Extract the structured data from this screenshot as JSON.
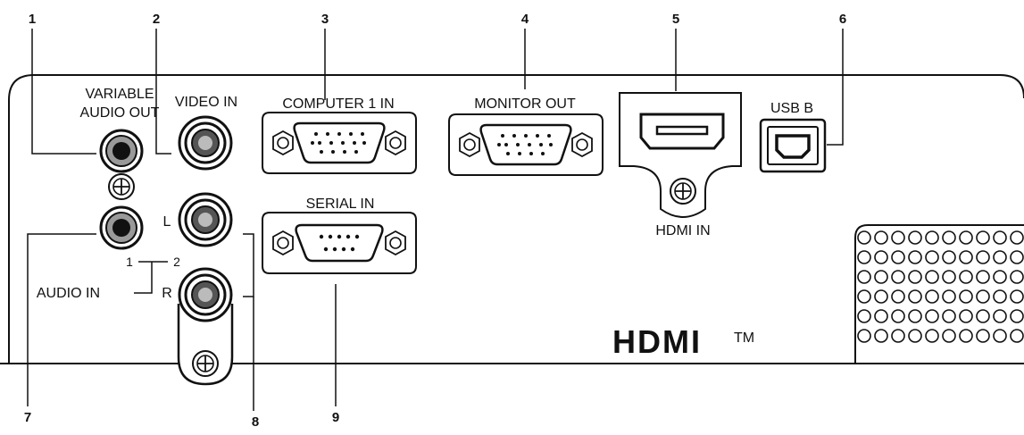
{
  "callouts": {
    "n1": "1",
    "n2": "2",
    "n3": "3",
    "n4": "4",
    "n5": "5",
    "n6": "6",
    "n7": "7",
    "n8": "8",
    "n9": "9"
  },
  "labels": {
    "variable_audio_out_line1": "VARIABLE",
    "variable_audio_out_line2": "AUDIO OUT",
    "video_in": "VIDEO IN",
    "computer_1_in": "COMPUTER 1 IN",
    "monitor_out": "MONITOR OUT",
    "usb_b": "USB B",
    "hdmi_in": "HDMI IN",
    "serial_in": "SERIAL IN",
    "audio_in": "AUDIO IN",
    "audio_in_1": "1",
    "audio_in_2": "2",
    "audio_l": "L",
    "audio_r": "R",
    "hdmi_logo": "HDMI",
    "hdmi_tm": "TM"
  }
}
